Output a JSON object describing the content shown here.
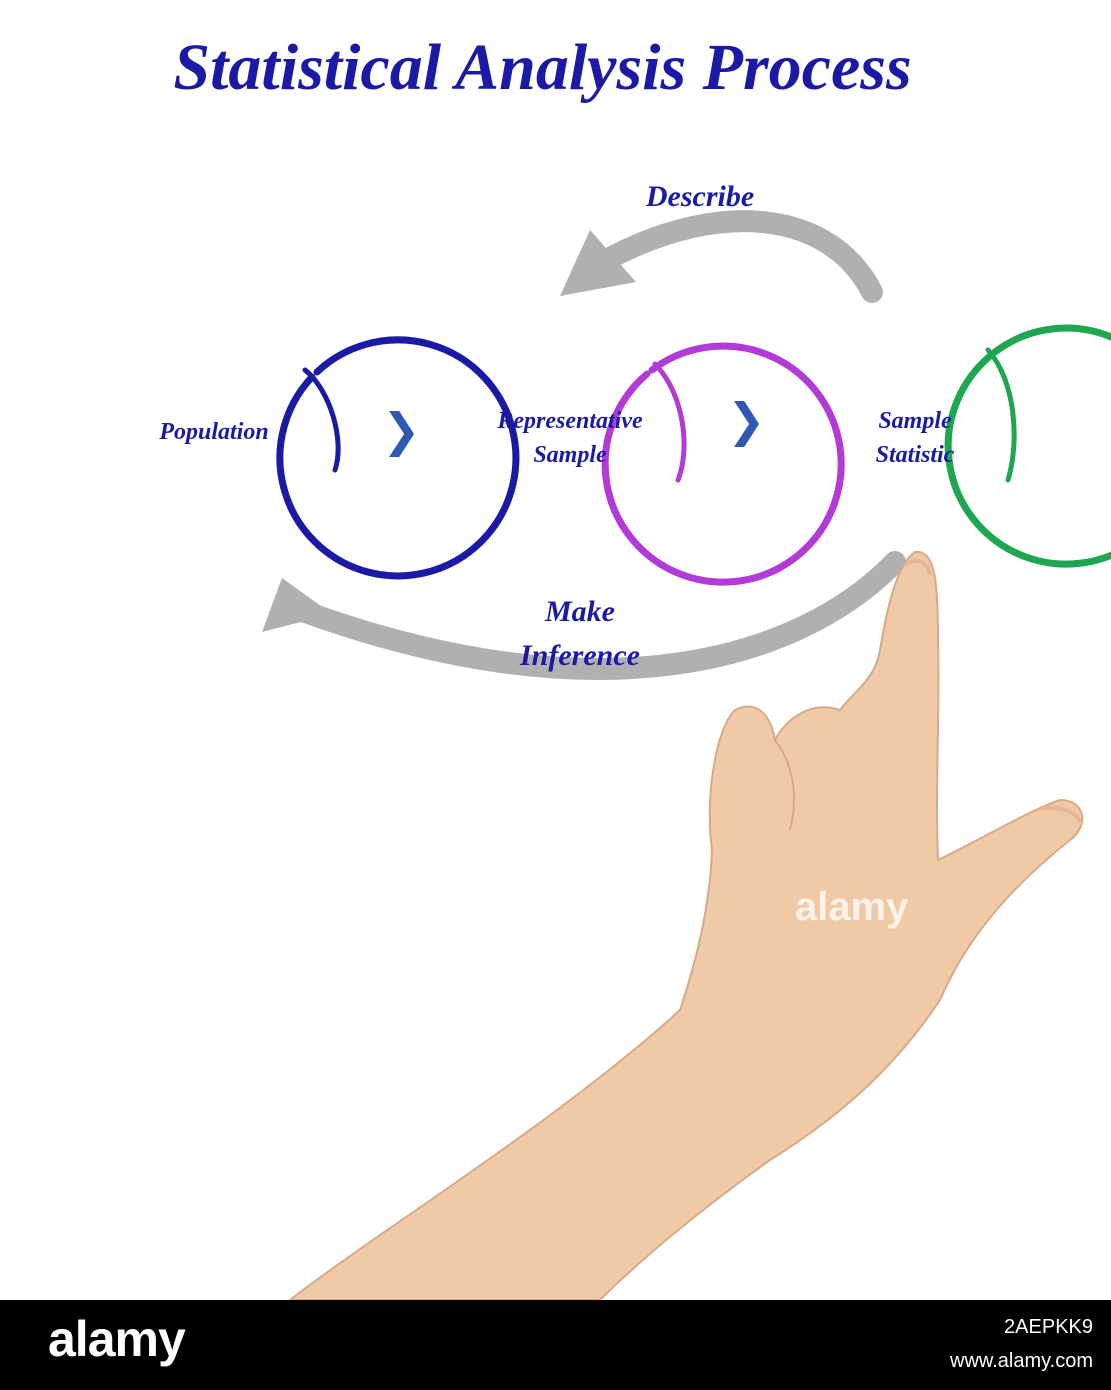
{
  "title": "Statistical Analysis Process",
  "nodes": [
    {
      "line1": "Population",
      "line2": "",
      "color": "#1a1aa6"
    },
    {
      "line1": "Representative",
      "line2": "Sample",
      "color": "#b23ad6"
    },
    {
      "line1": "Sample",
      "line2": "Statistic",
      "color": "#1fa650"
    }
  ],
  "arrows": {
    "describe": "Describe",
    "inference_line1": "Make",
    "inference_line2": "Inference"
  },
  "colors": {
    "title": "#1a1aa6",
    "text": "#1a1aa6",
    "chevron": "#2f58b0",
    "arrow": "#b0b0b0",
    "skin": "#f0c9a6"
  },
  "watermark": "alamy",
  "footer": {
    "brand": "alamy",
    "image_id": "2AEPKK9",
    "site": "www.alamy.com"
  }
}
